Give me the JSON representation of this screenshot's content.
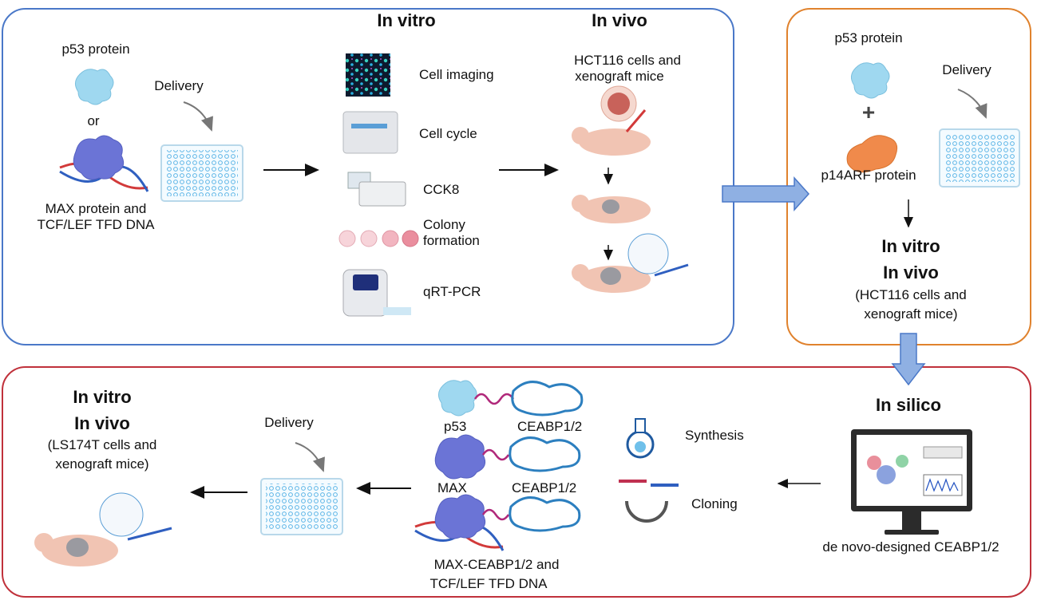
{
  "panel_top_left": {
    "left_labels": {
      "p53": "p53 protein",
      "or": "or",
      "max_line1": "MAX protein and",
      "max_line2": "TCF/LEF TFD DNA",
      "delivery": "Delivery"
    },
    "in_vitro": {
      "heading": "In vitro",
      "assays": [
        "Cell imaging",
        "Cell cycle",
        "CCK8",
        "Colony",
        "formation",
        "qRT-PCR"
      ]
    },
    "in_vivo": {
      "heading": "In vivo",
      "line1": "HCT116 cells and",
      "line2": "xenograft mice"
    }
  },
  "panel_top_right": {
    "p53": "p53 protein",
    "plus": "+",
    "p14arf": "p14ARF protein",
    "delivery": "Delivery",
    "in_vitro": "In vitro",
    "in_vivo": "In vivo",
    "sub1": "(HCT116 cells and",
    "sub2": "xenograft mice)"
  },
  "panel_bottom": {
    "in_silico": "In silico",
    "designed": "de novo-designed CEABP1/2",
    "synthesis": "Synthesis",
    "cloning": "Cloning",
    "constructs": {
      "p53": "p53",
      "ceabp_a": "CEABP1/2",
      "max": "MAX",
      "ceabp_b": "CEABP1/2",
      "max_ceabp_line1": "MAX-CEABP1/2 and",
      "max_ceabp_line2": "TCF/LEF TFD DNA"
    },
    "delivery": "Delivery",
    "in_vitro": "In vitro",
    "in_vivo": "In vivo",
    "sub1": "(LS174T cells and",
    "sub2": "xenograft mice)"
  },
  "colors": {
    "panel_blue": "#4a78c8",
    "panel_orange": "#e0822d",
    "panel_red": "#c0313b",
    "big_arrow": "#8fb0e3",
    "protein_p53": "#9fd8f0",
    "protein_max": "#6b74d6",
    "protein_p14arf": "#f08a4b",
    "plate": "#5ab4e6",
    "mouse": "#f1c4b3",
    "ceabp_helix": "#2c7fbf",
    "linker": "#b0287a"
  }
}
